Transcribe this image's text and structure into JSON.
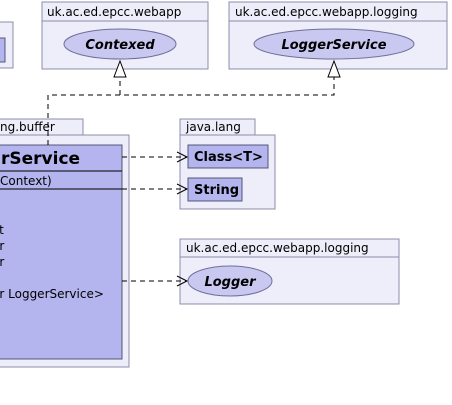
{
  "packages": {
    "left_partial": {
      "label": ""
    },
    "webapp": {
      "label": "uk.ac.ed.epcc.webapp"
    },
    "logging_top": {
      "label": "uk.ac.ed.epcc.webapp.logging"
    },
    "buffer": {
      "label": "ng.buffer"
    },
    "java_lang": {
      "label": "java.lang"
    },
    "logging_bottom": {
      "label": "uk.ac.ed.epcc.webapp.logging"
    }
  },
  "interfaces": {
    "contexed": "Contexed",
    "logger_service": "LoggerService",
    "logger": "Logger"
  },
  "classes": {
    "class_t": "Class<T>",
    "string": "String"
  },
  "main_class": {
    "name": "rService",
    "constructor": "Context)",
    "members": [
      "",
      "xt",
      "er",
      "er",
      "",
      "er LoggerService>"
    ]
  }
}
